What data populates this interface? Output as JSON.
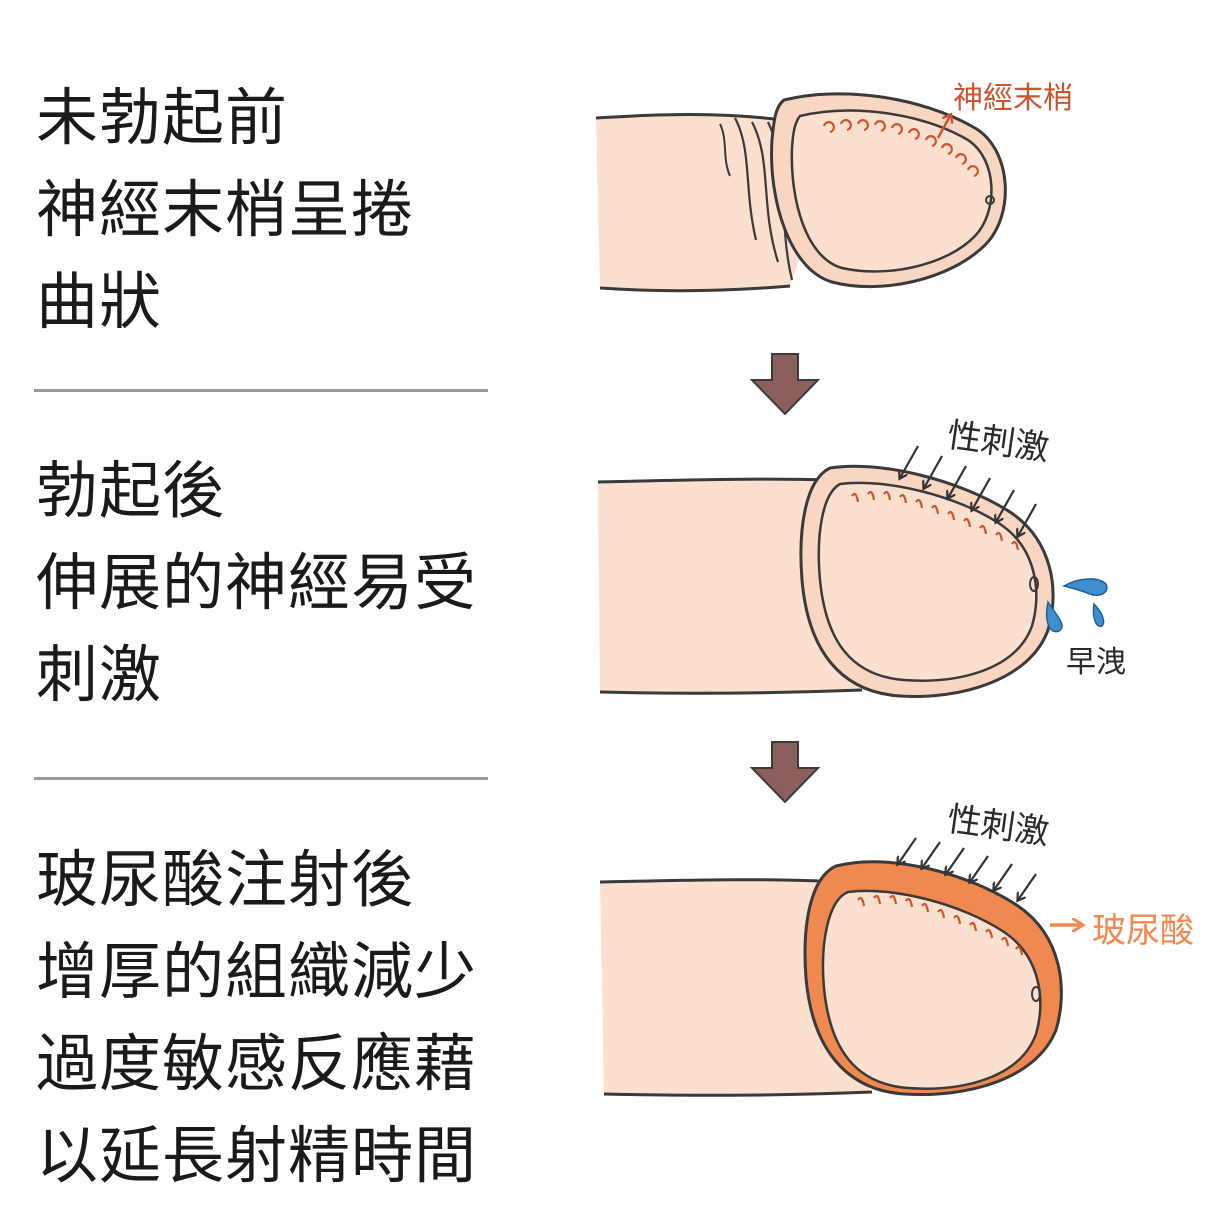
{
  "sections": [
    {
      "id": "before",
      "lines": [
        "未勃起前",
        "神經末梢呈捲",
        "曲狀"
      ],
      "labels": {
        "nerve": "神經末梢"
      }
    },
    {
      "id": "after",
      "lines": [
        "勃起後",
        "伸展的神經易受",
        "刺激"
      ],
      "labels": {
        "stimulation": "性刺激",
        "premature": "早洩"
      }
    },
    {
      "id": "injection",
      "lines": [
        "玻尿酸注射後",
        "增厚的組織減少",
        "過度敏感反應藉",
        "以延長射精時間"
      ],
      "labels": {
        "stimulation": "性刺激",
        "filler": "玻尿酸"
      }
    }
  ],
  "colors": {
    "skin": "#fbe0cf",
    "outline": "#3a3a3a",
    "nerve": "#c9542e",
    "arrow_down": "#8d5f5c",
    "water": "#3f8fd0",
    "filler": "#f0894f",
    "divider": "#9a9a9a"
  }
}
